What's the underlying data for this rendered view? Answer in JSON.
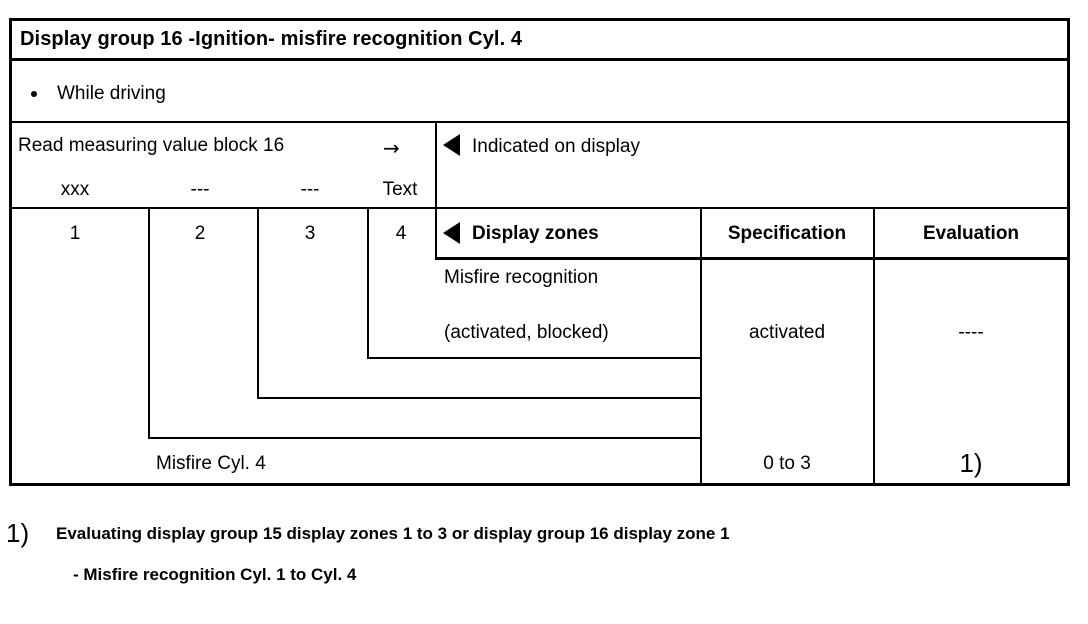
{
  "table": {
    "title": "Display group 16 -Ignition- misfire recognition Cyl. 4",
    "condition_bullet": "While driving",
    "instruction": "Read measuring value block 16",
    "instruction_arrow": "→",
    "indicated_on_display": "Indicated on display",
    "display_zones_label": "Display zones",
    "format_row": {
      "col1": "xxx",
      "col2": "---",
      "col3": "---",
      "col4": "Text"
    },
    "zone_numbers": {
      "col1": "1",
      "col2": "2",
      "col3": "3",
      "col4": "4"
    },
    "headers": {
      "specification": "Specification",
      "evaluation": "Evaluation"
    },
    "rows": [
      {
        "zone": "4",
        "description_line1": "Misfire recognition",
        "description_line2": "(activated, blocked)",
        "specification": "activated",
        "evaluation": "----"
      },
      {
        "zone": "3",
        "description_line1": "",
        "description_line2": "",
        "specification": "",
        "evaluation": ""
      },
      {
        "zone": "2",
        "description_line1": "",
        "description_line2": "",
        "specification": "",
        "evaluation": ""
      },
      {
        "zone": "1",
        "description_line1": "Misfire Cyl. 4",
        "description_line2": "",
        "specification": "0 to 3",
        "evaluation": "1)"
      }
    ]
  },
  "footnote": {
    "marker": "1)",
    "line1": "Evaluating display group 15 display zones 1 to 3 or display group 16 display zone 1",
    "line2": "- Misfire recognition Cyl. 1 to Cyl. 4"
  },
  "colors": {
    "ink": "#000000",
    "paper": "#ffffff"
  }
}
